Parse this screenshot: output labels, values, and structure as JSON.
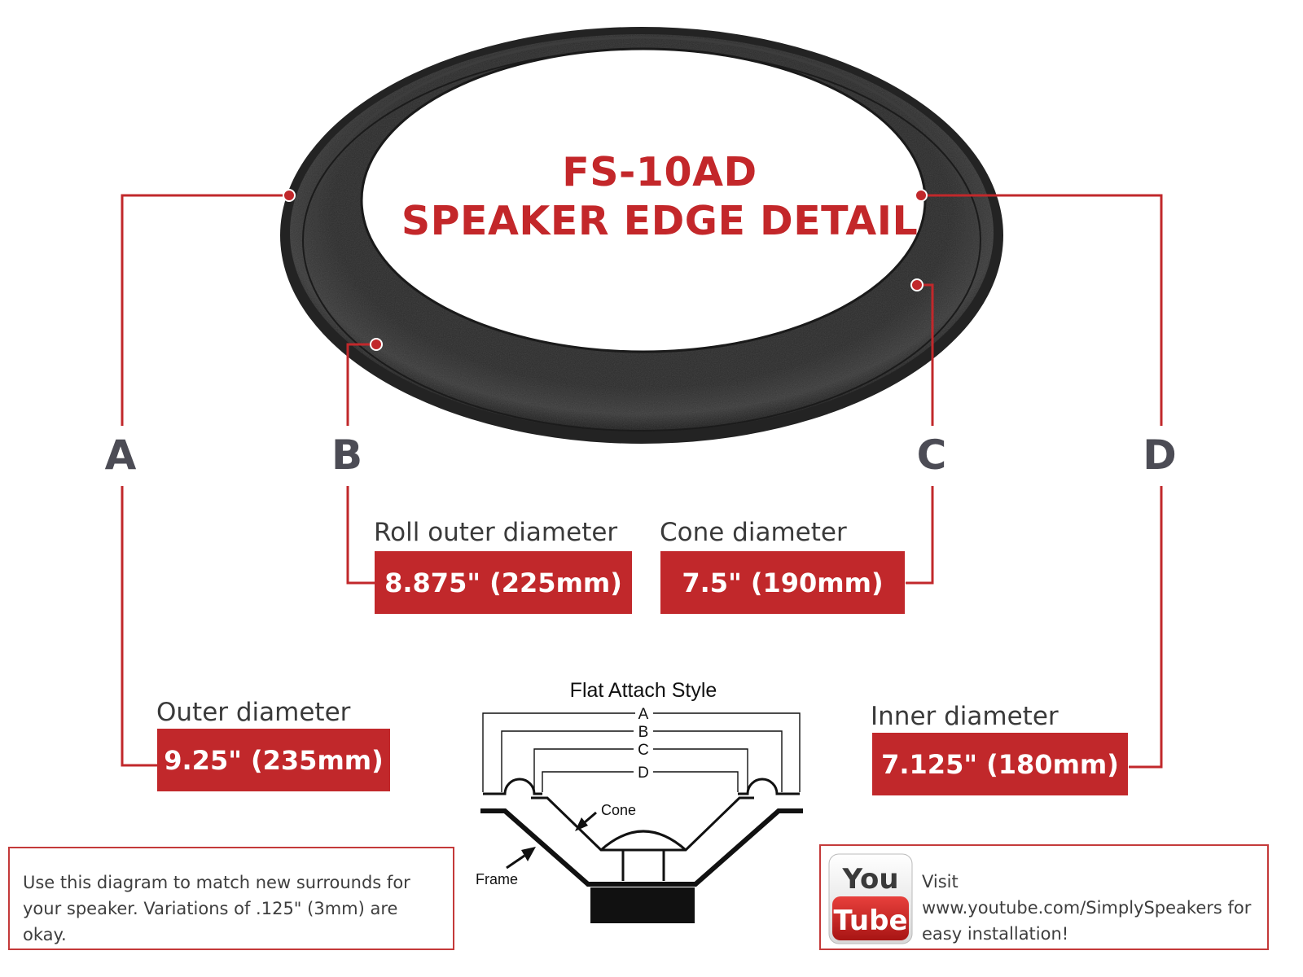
{
  "title": {
    "line1": "FS-10AD",
    "line2": "SPEAKER EDGE DETAIL"
  },
  "letters": [
    "A",
    "B",
    "C",
    "D"
  ],
  "dimensions": {
    "roll_outer": {
      "label": "Roll outer diameter",
      "value": "8.875\" (225mm)"
    },
    "cone": {
      "label": "Cone diameter",
      "value": "7.5\" (190mm)"
    },
    "outer": {
      "label": "Outer diameter",
      "value": "9.25\" (235mm)"
    },
    "inner": {
      "label": "Inner diameter",
      "value": "7.125\" (180mm)"
    }
  },
  "cross_section": {
    "title": "Flat Attach Style",
    "letters": [
      "A",
      "B",
      "C",
      "D"
    ],
    "cone_label": "Cone",
    "frame_label": "Frame"
  },
  "notes": {
    "left_text": "Use this diagram to match new surrounds for your speaker. Variations of .125\" (3mm) are okay.",
    "right_text": "Visit www.youtube.com/SimplySpeakers for easy installation!",
    "logo_you": "You",
    "logo_tube": "Tube"
  },
  "colors": {
    "accent": "#c1282b",
    "letter": "#4c4c55",
    "surround": "#2a2a2a"
  }
}
